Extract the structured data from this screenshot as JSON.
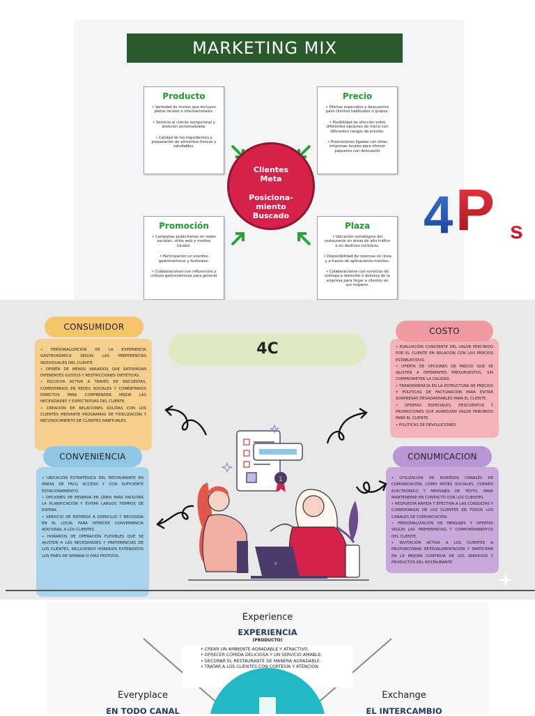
{
  "fourP": {
    "title": "MARKETING MIX",
    "producto": {
      "heading": "Producto",
      "items": [
        "Variedad de menús que incluyen platos locales e internacionales.",
        "Servicio al cliente excepcional y atención personalizada.",
        "Calidad de los ingredientes y preparación de alimentos frescos y saludables."
      ]
    },
    "precio": {
      "heading": "Precio",
      "items": [
        "Ofertas especiales y descuentos para clientes habituales o grupos.",
        "Posibilidad de elección entre diferentes opciones de menú con diferentes rangos de precios.",
        "Promociones ligadas con otras empresas locales para ofrecer paquetes con descuento"
      ]
    },
    "promocion": {
      "heading": "Promoción",
      "items": [
        "Campañas publicitarias en redes sociales, sitios web y medios locales.",
        "Participación en eventos gastronómicos y festivales.",
        "Colaboraciones con influencers y críticos gastronómicos para generar"
      ]
    },
    "plaza": {
      "heading": "Plaza",
      "items": [
        "Ubicación estratégica del restaurante en áreas de alto tráfico o en destinos turísticos.",
        "Disponibilidad de reservas en línea y a través de aplicaciones móviles.",
        "Colaboraciones con servicios de entrega a domicilio o delivery de la empresa para llegar a clientes en sus hogares."
      ]
    },
    "center": {
      "line1": "Clientes",
      "line2": "Meta",
      "line3": "Posiciona-",
      "line4": "miento",
      "line5": "Buscado"
    },
    "logo": {
      "big4": "4",
      "bigP": "P",
      "small": "s",
      "color4": "#1f4fb0",
      "colorP": "#c8182a"
    }
  },
  "fourC": {
    "title": "4C",
    "consumidor": {
      "label": "CONSUMIDOR",
      "items": [
        "PERSONALIZACIÓN DE LA EXPERIENCIA GASTRONÓMICA SEGÚN LAS PREFERENCIAS INDIVIDUALES DEL CLIENTE.",
        "OFERTA DE MENÚS VARIADOS QUE SATISFAGAN DIFERENTES GUSTOS Y RESTRICCIONES DIETÉTICAS.",
        "ESCUCHA ACTIVA A TRAVÉS DE ENCUESTAS, COMENTARIOS EN REDES SOCIALES Y COMENTARIOS DIRECTOS PARA COMPRENDER MEJOR LAS NECESIDADES Y EXPECTATIVAS DEL CLIENTE.",
        "CREACIÓN DE RELACIONES SÓLIDAS CON LOS CLIENTES MEDIANTE PROGRAMAS DE FIDELIZACIÓN Y RECONOCIMIENTO DE CLIENTES HABITUALES."
      ]
    },
    "costo": {
      "label": "COSTO",
      "items": [
        "EVALUACIÓN CONSTANTE DEL VALOR PERCIBIDO POR EL CLIENTE EN RELACIÓN CON LOS PRECIOS ESTABLECIDOS.",
        "OFERTA DE OPCIONES DE PRECIO QUE SE AJUSTEN A DIFERENTES PRESUPUESTOS, SIN COMPROMETER LA CALIDAD.",
        "TRANSPARENCIA EN LA ESTRUCTURA DE PRECIOS Y POLÍTICAS DE FACTURACIÓN PARA EVITAR SORPRESAS DESAGRADABLES PARA EL CLIENTE.",
        "OFERTAS ESPECIALES, DESCUENTOS Y PROMOCIONES QUE AGREGUEN VALOR PERCIBIDO PARA EL CLIENTE.",
        "POLÍTICAS DE DEVOLUCIONES"
      ]
    },
    "conveniencia": {
      "label": "CONVENIENCIA",
      "items": [
        "UBICACIÓN ESTRATÉGICA DEL RESTAURANTE EN ÁREAS DE FÁCIL ACCESO Y CON SUFICIENTE ESTACIONAMIENTO.",
        "OPCIONES DE RESERVA EN LÍNEA PARA FACILITAR LA PLANIFICACIÓN Y EVITAR LARGOS TIEMPOS DE ESPERA.",
        "SERVICIO DE ENTREGA A DOMICILIO Y RECOGIDA EN EL LOCAL PARA OFRECER CONVENIENCIA ADICIONAL A LOS CLIENTES.",
        "HORARIOS DE OPERACIÓN FLEXIBLES QUE SE AJUSTEN A LAS NECESIDADES Y PREFERENCIAS DE LOS CLIENTES, INCLUYENDO HORARIOS EXTENDIDOS LOS FINES DE SEMANA O DÍAS FESTIVOS."
      ]
    },
    "comunicacion": {
      "label": "CONUMICACION",
      "items": [
        "UTILIZACIÓN DE DIVERSOS CANALES DE COMUNICACIÓN, COMO REDES SOCIALES, CORREO ELECTRÓNICO Y MENSAJES DE TEXTO, PARA MANTENERSE EN CONTACTO CON LOS CLIENTES.",
        "RESPUESTA RÁPIDA Y EFECTIVA A LAS CONSULTAS Y COMENTARIOS DE LOS CLIENTES EN TODOS LOS CANALES DE COMUNICACIÓN.",
        "PERSONALIZACIÓN DE MENSAJES Y OFERTAS SEGÚN LAS PREFERENCIAS Y COMPORTAMIENTOS DEL CLIENTE.",
        "INVITACIÓN ACTIVA A LOS CLIENTES A PROPORCIONAR RETROALIMENTACIÓN Y PARTICIPAR EN LA MEJORA CONTINUA DE LOS SERVICIOS Y PRODUCTOS DEL RESTAURANTE."
      ]
    },
    "badge_number": "1",
    "laptop_mark": "9",
    "colors": {
      "consumidor": "#f6cf8d",
      "consumidor_pill": "#f5c56c",
      "costo": "#f4b3b9",
      "costo_pill": "#ef9aa2",
      "conveniencia": "#a9d3ea",
      "conveniencia_pill": "#8fc6e4",
      "comunicacion": "#c9a8dc",
      "comunicacion_pill": "#b995d3",
      "title": "#dfeac2"
    }
  },
  "fourE": {
    "experience_en": "Experience",
    "experience_es": "EXPERIENCIA",
    "experience_sub": "(PRODUCTO)",
    "experience_items": [
      "CREAR UN AMBIENTE AGRADABLE Y ATRACTIVO.",
      "OFRECER COMIDA DELICIOSA Y UN SERVICIO AMABLE.",
      "DECORAR EL RESTAURANTE DE MANERA AGRADABLE.",
      "TRATAR A LOS CLIENTES CON CORTESÍA Y ATENCIÓN."
    ],
    "everyplace_en": "Everyplace",
    "everyplace_es": "EN TODO CANAL",
    "exchange_en": "Exchange",
    "exchange_es": "EL INTERCAMBIO"
  }
}
